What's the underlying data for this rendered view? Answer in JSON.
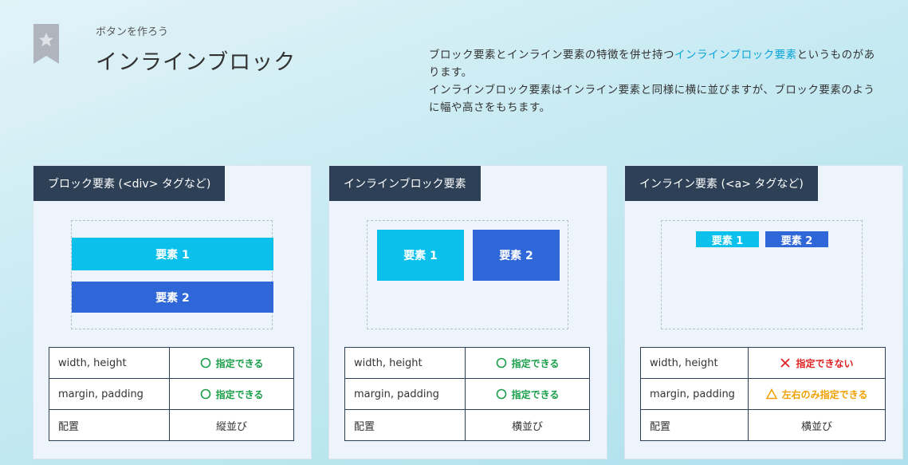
{
  "header": {
    "subtitle": "ボタンを作ろう",
    "title": "インラインブロック"
  },
  "description": {
    "p1_before": "ブロック要素とインライン要素の特徴を併せ持つ",
    "p1_highlight": "インラインブロック要素",
    "p1_after": "というものがあります。",
    "p2": "インラインブロック要素はインライン要素と同様に横に並びますが、ブロック要素のように幅や高さをもちます。"
  },
  "colors": {
    "accent": "#0aa3d8",
    "element1": "#0bc1ec",
    "element2": "#2f67d8",
    "header_bg": "#2e4056",
    "ok": "#1a9e4a",
    "ng": "#e02020",
    "warn": "#f0a000"
  },
  "cards": [
    {
      "title": "ブロック要素 (<div> タグなど)",
      "elements": [
        "要素 1",
        "要素 2"
      ],
      "props": [
        {
          "key": "width, height",
          "mark": "circle",
          "value": "指定できる"
        },
        {
          "key": "margin, padding",
          "mark": "circle",
          "value": "指定できる"
        },
        {
          "key": "配置",
          "mark": "",
          "value": "縦並び"
        }
      ]
    },
    {
      "title": "インラインブロック要素",
      "elements": [
        "要素 1",
        "要素 2"
      ],
      "props": [
        {
          "key": "width, height",
          "mark": "circle",
          "value": "指定できる"
        },
        {
          "key": "margin, padding",
          "mark": "circle",
          "value": "指定できる"
        },
        {
          "key": "配置",
          "mark": "",
          "value": "横並び"
        }
      ]
    },
    {
      "title": "インライン要素 (<a> タグなど)",
      "elements": [
        "要素 1",
        "要素 2"
      ],
      "props": [
        {
          "key": "width, height",
          "mark": "cross",
          "value": "指定できない"
        },
        {
          "key": "margin, padding",
          "mark": "triangle",
          "value": "左右のみ指定できる"
        },
        {
          "key": "配置",
          "mark": "",
          "value": "横並び"
        }
      ]
    }
  ]
}
